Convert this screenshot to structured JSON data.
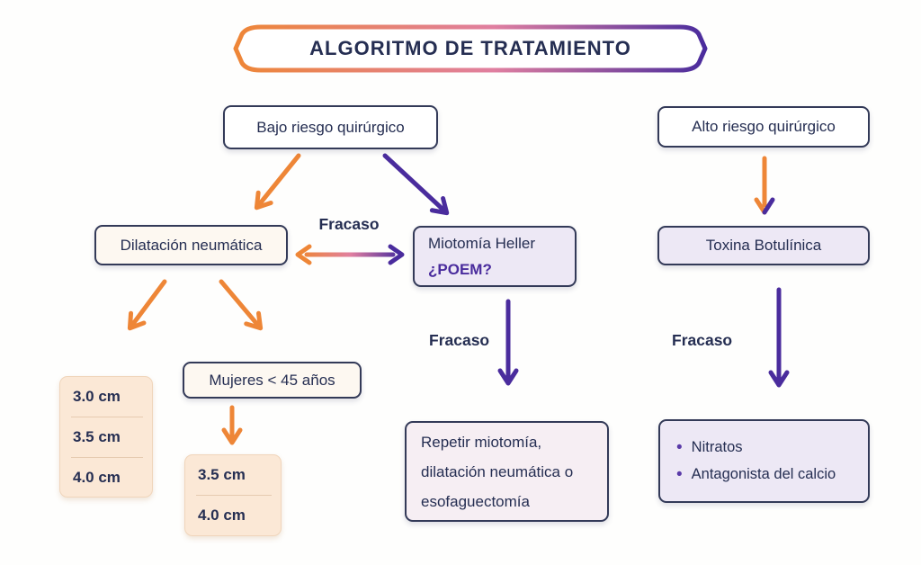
{
  "title": "ALGORITMO DE TRATAMIENTO",
  "colors": {
    "orange": "#EE8637",
    "purple": "#4A2C9D",
    "pink": "#E07FA0",
    "navy": "#252E52",
    "border_dark": "#333A58",
    "white_bg": "#FFFFFF",
    "cream_bg": "#FDF8F1",
    "lavender_bg": "#EDE8F5",
    "pink_bg": "#F6EEF3",
    "peach_bg": "#FBE8D6",
    "peach_border": "#F0D5BB",
    "separator": "#E6CBB1",
    "bullet": "#5A3AA8"
  },
  "nodes": {
    "bajo_riesgo": {
      "label": "Bajo riesgo quirúrgico"
    },
    "alto_riesgo": {
      "label": "Alto riesgo quirúrgico"
    },
    "dilatacion": {
      "label": "Dilatación neumática"
    },
    "miotomia": {
      "line1": "Miotomía Heller",
      "line2": "¿POEM?"
    },
    "toxina": {
      "label": "Toxina Botulínica"
    },
    "mujeres": {
      "label": "Mujeres < 45 años"
    },
    "sizes_all": {
      "items": [
        "3.0 cm",
        "3.5 cm",
        "4.0 cm"
      ]
    },
    "sizes_women": {
      "items": [
        "3.5 cm",
        "4.0 cm"
      ]
    },
    "repetir": {
      "lines": [
        "Repetir miotomía,",
        "dilatación neumática o",
        "esofaguectomía"
      ]
    },
    "farmacos": {
      "items": [
        "Nitratos",
        "Antagonista del calcio"
      ]
    }
  },
  "labels": {
    "fracaso_between": "Fracaso",
    "fracaso_mid": "Fracaso",
    "fracaso_right": "Fracaso"
  }
}
